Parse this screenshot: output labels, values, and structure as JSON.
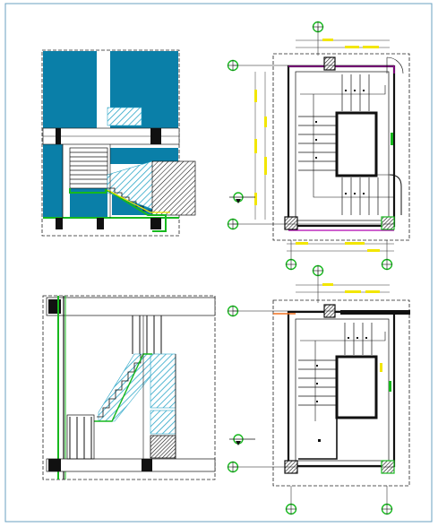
{
  "sheet": {
    "type": "architectural stair drawing sheet",
    "views": [
      {
        "id": "section-upper",
        "kind": "section",
        "position": "top-left"
      },
      {
        "id": "plan-upper",
        "kind": "plan",
        "position": "top-right"
      },
      {
        "id": "section-lower",
        "kind": "section",
        "position": "bottom-left"
      },
      {
        "id": "plan-lower",
        "kind": "plan",
        "position": "bottom-right"
      }
    ],
    "grid_markers": {
      "count_per_plan": 4,
      "shape": "circle-with-cross"
    },
    "level_markers": {
      "count": 2,
      "shape": "level-symbol"
    }
  },
  "colors": {
    "teal_fill": "#0a7fa8",
    "hatch_cyan": "#2ba6c8",
    "green": "#17b81e",
    "yellow": "#f2e600",
    "magenta": "#b000b0",
    "orange": "#f07020",
    "line": "#111111",
    "dim": "#333333"
  }
}
